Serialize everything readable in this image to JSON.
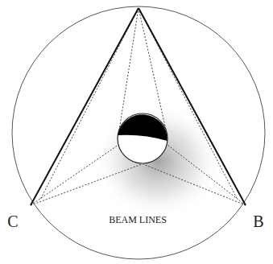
{
  "diagram": {
    "labels": [
      "C",
      "BEAM LINES",
      "B"
    ]
  }
}
